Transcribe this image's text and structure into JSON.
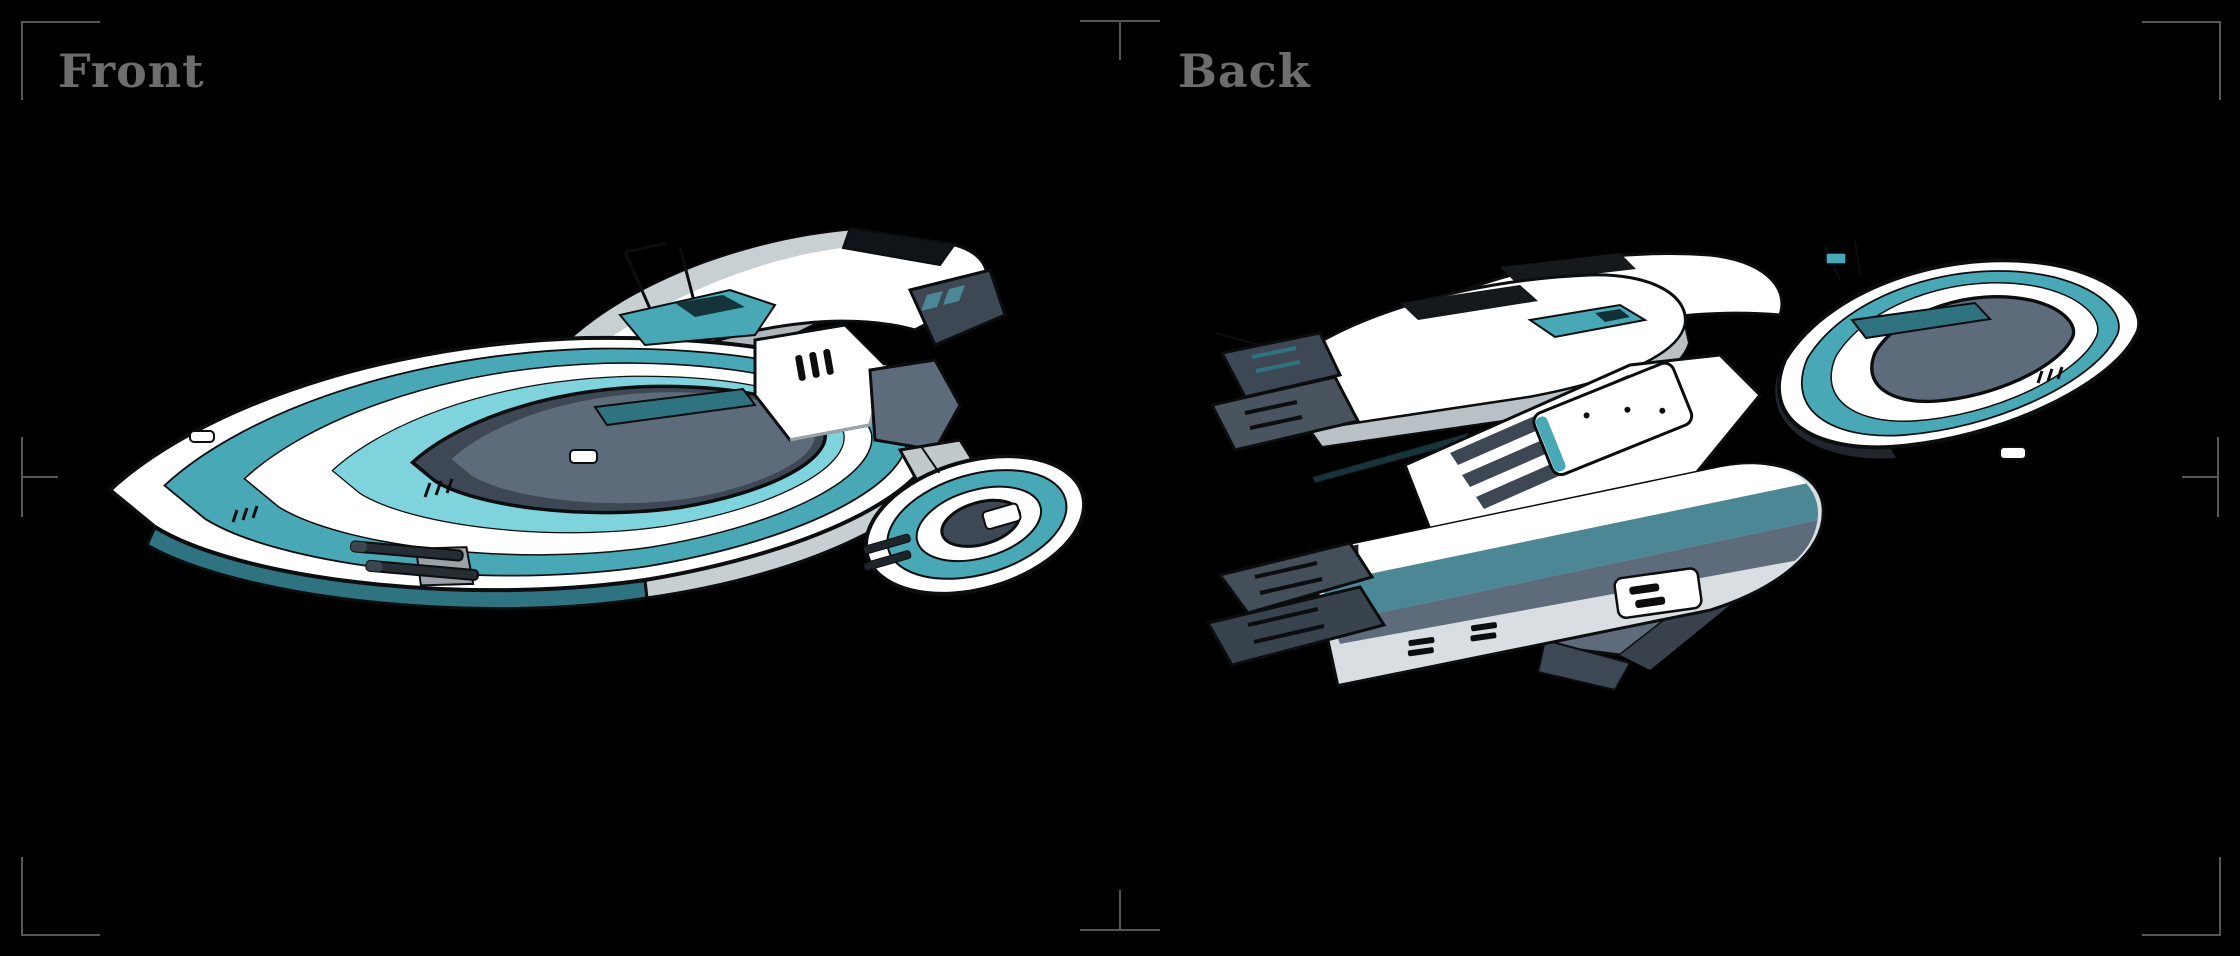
{
  "panels": [
    {
      "id": "front",
      "label": "Front",
      "illustration": "spaceship-front-three-quarter-view"
    },
    {
      "id": "back",
      "label": "Back",
      "illustration": "spaceship-rear-three-quarter-view"
    }
  ],
  "marks": {
    "corner_top_left": "crop-corner-mark",
    "corner_top_right": "crop-corner-mark",
    "corner_bottom_left": "crop-corner-mark",
    "corner_bottom_right": "crop-corner-mark",
    "center_top": "center-tick-mark",
    "center_bottom": "center-tick-mark",
    "edge_left": "registration-tick-mark",
    "edge_right": "registration-tick-mark"
  },
  "palette": {
    "background": "#000000",
    "mark_gray": "#575757",
    "label_gray": "#6d6d6d",
    "ink": "#0b0d0f",
    "hull_white": "#ffffff",
    "hull_shade": "#ccd3d6",
    "teal_light": "#7fd3dc",
    "teal": "#49a8b5",
    "teal_dark": "#2f7280",
    "teal_muted": "#4b8794",
    "slate": "#5d6b7b",
    "slate_dark": "#3e4854",
    "gunmetal": "#262d33"
  }
}
